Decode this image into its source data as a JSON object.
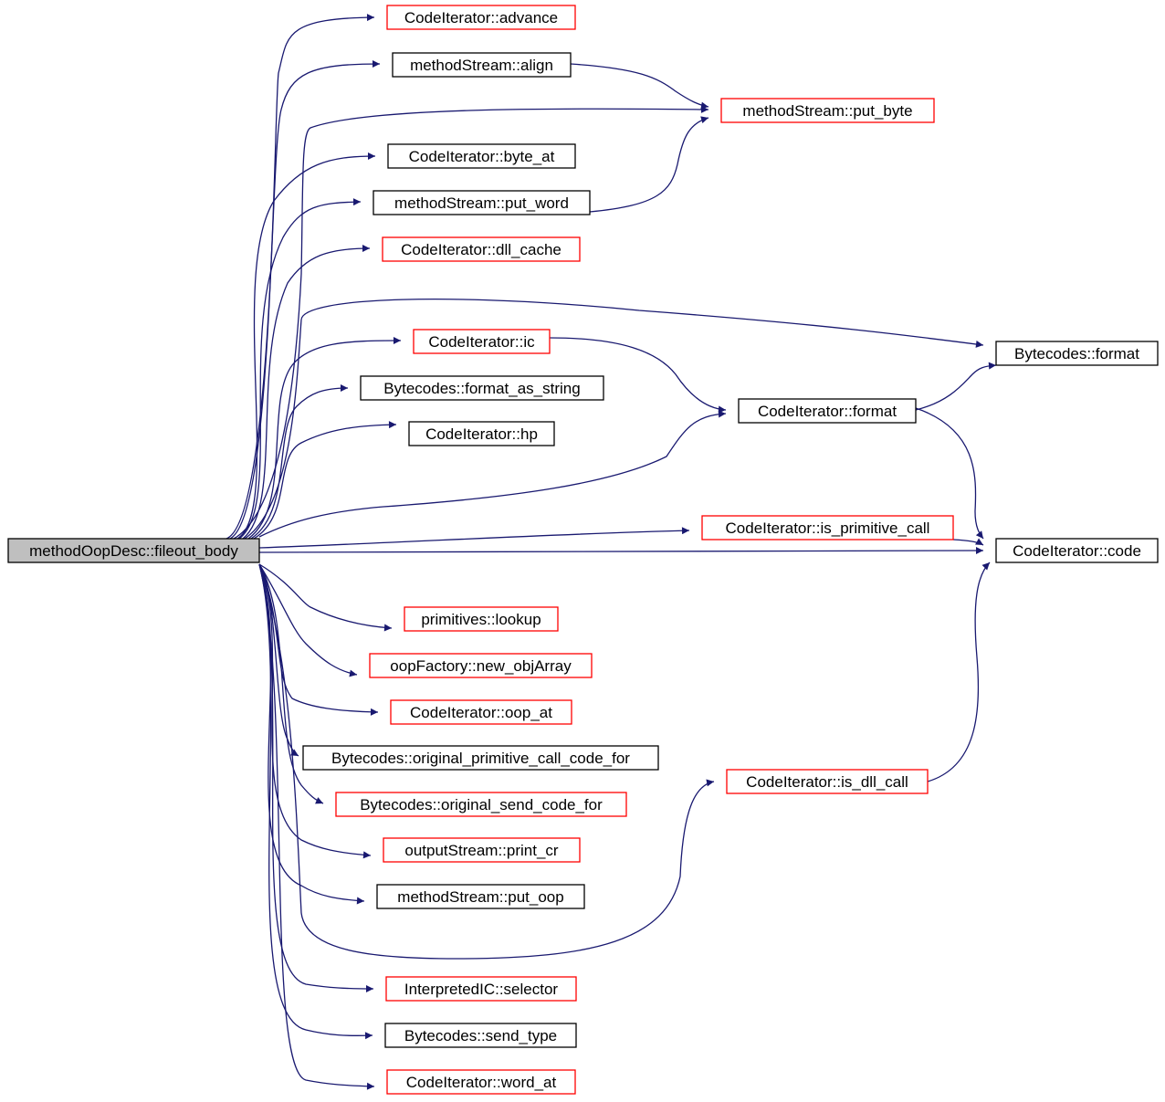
{
  "colors": {
    "edge": "#191970",
    "root_fill": "#bfbfbf",
    "node_fill": "#ffffff",
    "border_normal": "#000000",
    "border_truncated": "#ff0000"
  },
  "nodes": [
    {
      "id": "root",
      "label": "methodOopDesc::fileout_body",
      "style": "root"
    },
    {
      "id": "ci_advance",
      "label": "CodeIterator::advance",
      "style": "red"
    },
    {
      "id": "ms_align",
      "label": "methodStream::align",
      "style": "black"
    },
    {
      "id": "ms_put_byte",
      "label": "methodStream::put_byte",
      "style": "red"
    },
    {
      "id": "ci_byte_at",
      "label": "CodeIterator::byte_at",
      "style": "black"
    },
    {
      "id": "ms_put_word",
      "label": "methodStream::put_word",
      "style": "black"
    },
    {
      "id": "ci_dll_cache",
      "label": "CodeIterator::dll_cache",
      "style": "red"
    },
    {
      "id": "bc_format",
      "label": "Bytecodes::format",
      "style": "black"
    },
    {
      "id": "ci_ic",
      "label": "CodeIterator::ic",
      "style": "red"
    },
    {
      "id": "bc_format_as_string",
      "label": "Bytecodes::format_as_string",
      "style": "black"
    },
    {
      "id": "ci_format",
      "label": "CodeIterator::format",
      "style": "black"
    },
    {
      "id": "ci_hp",
      "label": "CodeIterator::hp",
      "style": "black"
    },
    {
      "id": "ci_is_primitive_call",
      "label": "CodeIterator::is_primitive_call",
      "style": "red"
    },
    {
      "id": "ci_code",
      "label": "CodeIterator::code",
      "style": "black"
    },
    {
      "id": "prim_lookup",
      "label": "primitives::lookup",
      "style": "red"
    },
    {
      "id": "of_new_objArray",
      "label": "oopFactory::new_objArray",
      "style": "red"
    },
    {
      "id": "ci_oop_at",
      "label": "CodeIterator::oop_at",
      "style": "red"
    },
    {
      "id": "bc_orig_prim",
      "label": "Bytecodes::original_primitive_call_code_for",
      "style": "black"
    },
    {
      "id": "ci_is_dll_call",
      "label": "CodeIterator::is_dll_call",
      "style": "red"
    },
    {
      "id": "bc_orig_send",
      "label": "Bytecodes::original_send_code_for",
      "style": "red"
    },
    {
      "id": "os_print_cr",
      "label": "outputStream::print_cr",
      "style": "red"
    },
    {
      "id": "ms_put_oop",
      "label": "methodStream::put_oop",
      "style": "black"
    },
    {
      "id": "iic_selector",
      "label": "InterpretedIC::selector",
      "style": "red"
    },
    {
      "id": "bc_send_type",
      "label": "Bytecodes::send_type",
      "style": "black"
    },
    {
      "id": "ci_word_at",
      "label": "CodeIterator::word_at",
      "style": "red"
    }
  ],
  "edges": [
    [
      "root",
      "ci_advance"
    ],
    [
      "root",
      "ms_align"
    ],
    [
      "root",
      "ms_put_byte"
    ],
    [
      "root",
      "ci_byte_at"
    ],
    [
      "root",
      "ms_put_word"
    ],
    [
      "root",
      "ci_dll_cache"
    ],
    [
      "root",
      "bc_format"
    ],
    [
      "root",
      "ci_ic"
    ],
    [
      "root",
      "bc_format_as_string"
    ],
    [
      "root",
      "ci_hp"
    ],
    [
      "root",
      "ci_format"
    ],
    [
      "root",
      "ci_is_primitive_call"
    ],
    [
      "root",
      "ci_code"
    ],
    [
      "root",
      "prim_lookup"
    ],
    [
      "root",
      "of_new_objArray"
    ],
    [
      "root",
      "ci_oop_at"
    ],
    [
      "root",
      "bc_orig_prim"
    ],
    [
      "root",
      "bc_orig_send"
    ],
    [
      "root",
      "os_print_cr"
    ],
    [
      "root",
      "ms_put_oop"
    ],
    [
      "root",
      "ci_is_dll_call"
    ],
    [
      "root",
      "iic_selector"
    ],
    [
      "root",
      "bc_send_type"
    ],
    [
      "root",
      "ci_word_at"
    ],
    [
      "ms_align",
      "ms_put_byte"
    ],
    [
      "ms_put_word",
      "ms_put_byte"
    ],
    [
      "ci_ic",
      "ci_format"
    ],
    [
      "ci_format",
      "bc_format"
    ],
    [
      "ci_format",
      "ci_code"
    ],
    [
      "ci_is_primitive_call",
      "ci_code"
    ],
    [
      "ci_is_dll_call",
      "ci_code"
    ]
  ]
}
